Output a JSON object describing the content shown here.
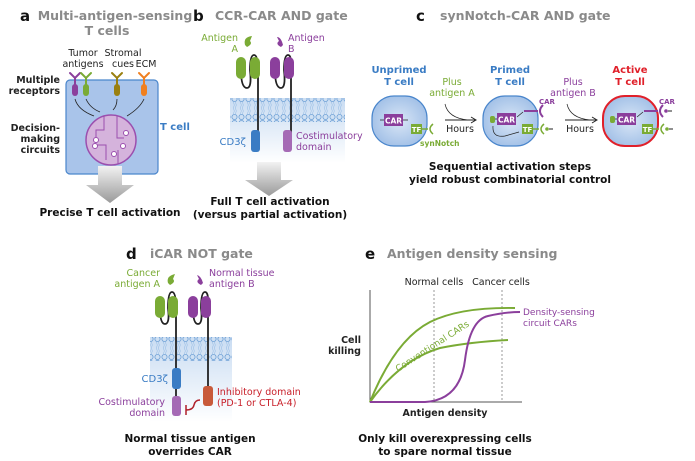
{
  "colors": {
    "green": "#7aab35",
    "purple": "#8b3f9c",
    "blue": "#3a7cc4",
    "orange": "#f08020",
    "olive": "#9a8010",
    "red": "#e0202a",
    "gray": "#8a8a8a"
  },
  "panel_a": {
    "letter": "a",
    "title": [
      "Multi-antigen-sensing",
      "T cells"
    ],
    "receptor_labels": {
      "tumor": [
        "Tumor",
        "antigens"
      ],
      "stromal": [
        "Stromal",
        "cues"
      ],
      "ecm": "ECM"
    },
    "multiple_receptors": [
      "Multiple",
      "receptors"
    ],
    "decision": [
      "Decision-",
      "making",
      "circuits"
    ],
    "cell_label": "T cell",
    "caption": "Precise T cell activation",
    "icons": [
      "receptor-icon",
      "circuit-icon",
      "arrow-down-icon"
    ]
  },
  "panel_b": {
    "letter": "b",
    "title": "CCR-CAR AND gate",
    "antigen_a": [
      "Antigen",
      "A"
    ],
    "antigen_b": [
      "Antigen",
      "B"
    ],
    "cd3z": "CD3ζ",
    "costim": [
      "Costimulatory",
      "domain"
    ],
    "caption": [
      "Full T cell activation",
      "(versus partial activation)"
    ]
  },
  "panel_c": {
    "letter": "c",
    "title": "synNotch-CAR AND gate",
    "unprimed": [
      "Unprimed",
      "T cell"
    ],
    "primed": [
      "Primed",
      "T cell"
    ],
    "active": [
      "Active",
      "T cell"
    ],
    "plus_a": [
      "Plus",
      "antigen A"
    ],
    "plus_b": [
      "Plus",
      "antigen B"
    ],
    "hours": "Hours",
    "car": "CAR",
    "tf": "TF",
    "synnotch": "synNotch",
    "caption": [
      "Sequential activation steps",
      "yield robust combinatorial control"
    ]
  },
  "panel_d": {
    "letter": "d",
    "title": "iCAR NOT gate",
    "antigen_a": [
      "Cancer",
      "antigen A"
    ],
    "antigen_b": [
      "Normal tissue",
      "antigen B"
    ],
    "cd3z": "CD3ζ",
    "costim": [
      "Costimulatory",
      "domain"
    ],
    "inhibitory": [
      "Inhibitory domain",
      "(PD-1 or CTLA-4)"
    ],
    "caption": [
      "Normal tissue antigen",
      "overrides CAR"
    ]
  },
  "panel_e": {
    "letter": "e",
    "title": "Antigen density sensing",
    "normal": "Normal cells",
    "cancer": "Cancer cells",
    "ylabel": [
      "Cell",
      "killing"
    ],
    "xlabel": "Antigen density",
    "conventional": "Conventional CARs",
    "density": [
      "Density-sensing",
      "circuit CARs"
    ],
    "caption": [
      "Only kill overexpressing cells",
      "to spare normal tissue"
    ]
  }
}
